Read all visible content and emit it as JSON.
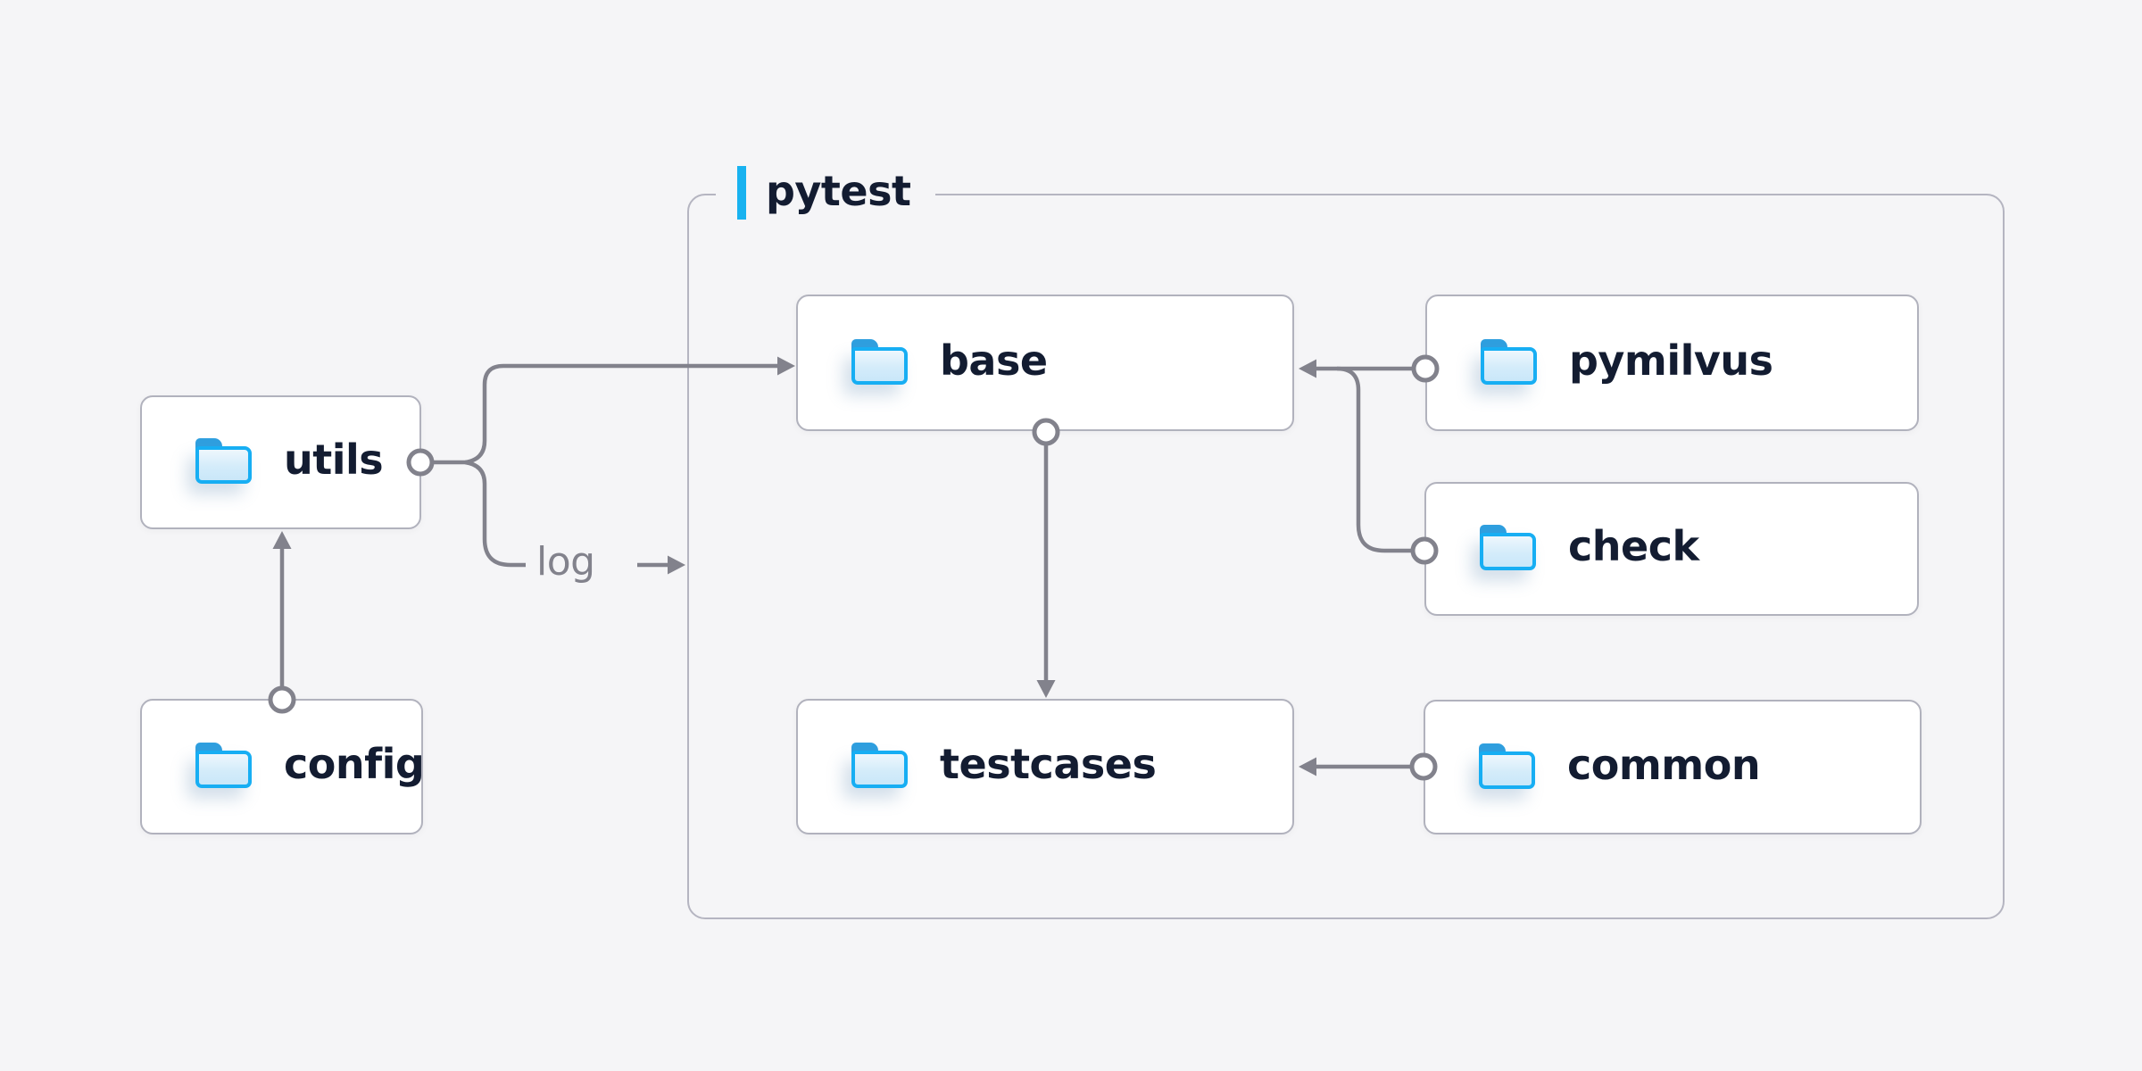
{
  "diagram": {
    "background_color": "#f5f5f7",
    "accent_color": "#18b2f0",
    "connector_color": "#82828c",
    "node_border_color": "#b1b2bd",
    "node_text_color": "#131c31",
    "folder_icon_color": "#17aef3",
    "container": {
      "label": "pytest"
    },
    "nodes": [
      {
        "id": "utils",
        "label": "utils",
        "icon": "folder-icon"
      },
      {
        "id": "config",
        "label": "config",
        "icon": "folder-icon"
      },
      {
        "id": "base",
        "label": "base",
        "icon": "folder-icon"
      },
      {
        "id": "pymilvus",
        "label": "pymilvus",
        "icon": "folder-icon"
      },
      {
        "id": "check",
        "label": "check",
        "icon": "folder-icon"
      },
      {
        "id": "testcases",
        "label": "testcases",
        "icon": "folder-icon"
      },
      {
        "id": "common",
        "label": "common",
        "icon": "folder-icon"
      }
    ],
    "edge_label": {
      "log": "log"
    },
    "edges": [
      {
        "from": "utils",
        "to": "base",
        "style": "circle-to-arrow"
      },
      {
        "from": "utils",
        "to": "pytest-container",
        "label": "log",
        "style": "circle-to-arrow"
      },
      {
        "from": "config",
        "to": "utils",
        "style": "circle-to-arrow"
      },
      {
        "from": "base",
        "to": "testcases",
        "style": "circle-to-arrow"
      },
      {
        "from": "pymilvus",
        "to": "base",
        "style": "circle-to-arrow"
      },
      {
        "from": "check",
        "to": "base",
        "style": "circle-to-arrow"
      },
      {
        "from": "common",
        "to": "testcases",
        "style": "circle-to-arrow"
      }
    ]
  }
}
